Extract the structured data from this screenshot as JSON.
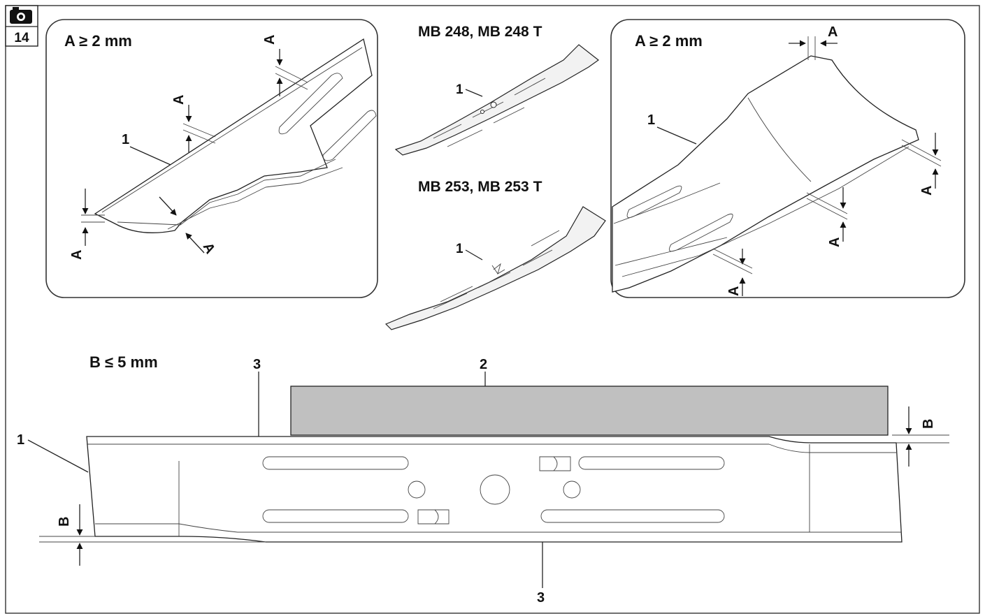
{
  "badge": {
    "icon": "camera-icon",
    "number": "14"
  },
  "panel_left": {
    "title": "A ≥ 2 mm",
    "callout": "1",
    "dims": [
      "A",
      "A",
      "A",
      "A"
    ]
  },
  "panel_right": {
    "title": "A ≥ 2 mm",
    "callout": "1",
    "dims": [
      "A",
      "A",
      "A",
      "A"
    ]
  },
  "models": [
    {
      "label": "MB 248, MB 248 T",
      "callout": "1"
    },
    {
      "label": "MB 253, MB 253 T",
      "callout": "1"
    }
  ],
  "bottom": {
    "title": "B ≤ 5 mm",
    "callouts": {
      "blade": "1",
      "ruler": "2",
      "edge_top": "3",
      "edge_bottom": "3"
    },
    "dims": [
      "B",
      "B"
    ]
  },
  "colors": {
    "ruler_fill": "#c0c0c0",
    "stroke": "#222222",
    "background": "#ffffff"
  }
}
